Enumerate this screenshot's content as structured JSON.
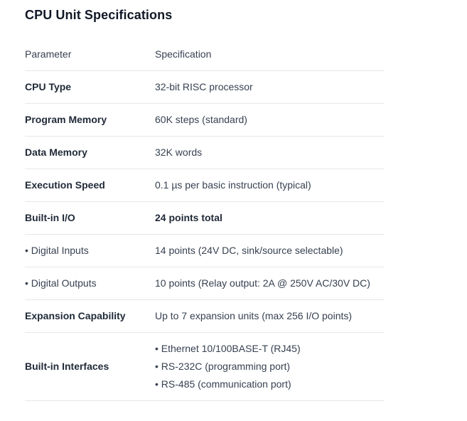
{
  "title": "CPU Unit Specifications",
  "table": {
    "headers": [
      "Parameter",
      "Specification"
    ],
    "rows": [
      {
        "param": "CPU Type",
        "param_style": "bold",
        "spec": [
          "32-bit RISC processor"
        ],
        "spec_style": "normal"
      },
      {
        "param": "Program Memory",
        "param_style": "bold",
        "spec": [
          "60K steps (standard)"
        ],
        "spec_style": "normal"
      },
      {
        "param": "Data Memory",
        "param_style": "bold",
        "spec": [
          "32K words"
        ],
        "spec_style": "normal"
      },
      {
        "param": "Execution Speed",
        "param_style": "bold",
        "spec": [
          "0.1 µs per basic instruction (typical)"
        ],
        "spec_style": "normal"
      },
      {
        "param": "Built-in I/O",
        "param_style": "bold",
        "spec": [
          "24 points total"
        ],
        "spec_style": "bold"
      },
      {
        "param": "• Digital Inputs",
        "param_style": "normal",
        "spec": [
          "14 points (24V DC, sink/source selectable)"
        ],
        "spec_style": "normal"
      },
      {
        "param": "• Digital Outputs",
        "param_style": "normal",
        "spec": [
          "10 points (Relay output: 2A @ 250V AC/30V DC)"
        ],
        "spec_style": "normal"
      },
      {
        "param": "Expansion Capability",
        "param_style": "bold",
        "spec": [
          "Up to 7 expansion units (max 256 I/O points)"
        ],
        "spec_style": "normal"
      },
      {
        "param": "Built-in Interfaces",
        "param_style": "bold",
        "spec": [
          "• Ethernet 10/100BASE-T (RJ45)",
          "• RS-232C (programming port)",
          "• RS-485 (communication port)"
        ],
        "spec_style": "normal"
      }
    ]
  },
  "colors": {
    "title_text": "#111827",
    "param_text": "#1f2937",
    "value_text": "#374151",
    "separator": "#e5e7eb",
    "background": "#ffffff"
  }
}
